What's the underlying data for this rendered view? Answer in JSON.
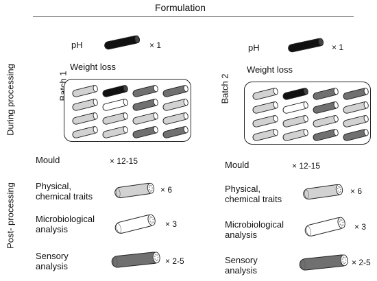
{
  "header": {
    "title": "Formulation"
  },
  "side_labels": {
    "during": "During processing",
    "post": "Post- processing"
  },
  "batches": [
    {
      "label": "Batch 1",
      "ph_label": "pH",
      "ph_mult": "× 1",
      "weight_label": "Weight loss",
      "mould_label": "Mould",
      "mould_mult": "× 12-15",
      "physical_label": "Physical,\nchemical traits",
      "physical_mult": "× 6",
      "micro_label": "Microbiological\nanalysis",
      "micro_mult": "× 3",
      "sensory_label": "Sensory\nanalysis",
      "sensory_mult": "× 2-5"
    },
    {
      "label": "Batch 2",
      "ph_label": "pH",
      "ph_mult": "× 1",
      "weight_label": "Weight loss",
      "mould_label": "Mould",
      "mould_mult": "× 12-15",
      "physical_label": "Physical,\nchemical traits",
      "physical_mult": "× 6",
      "micro_label": "Microbiological\nanalysis",
      "micro_mult": "× 3",
      "sensory_label": "Sensory\nanalysis",
      "sensory_mult": "× 2-5"
    }
  ],
  "colors": {
    "black": "#111111",
    "dark": "#707070",
    "light": "#d2d2d2",
    "white": "#ffffff"
  }
}
